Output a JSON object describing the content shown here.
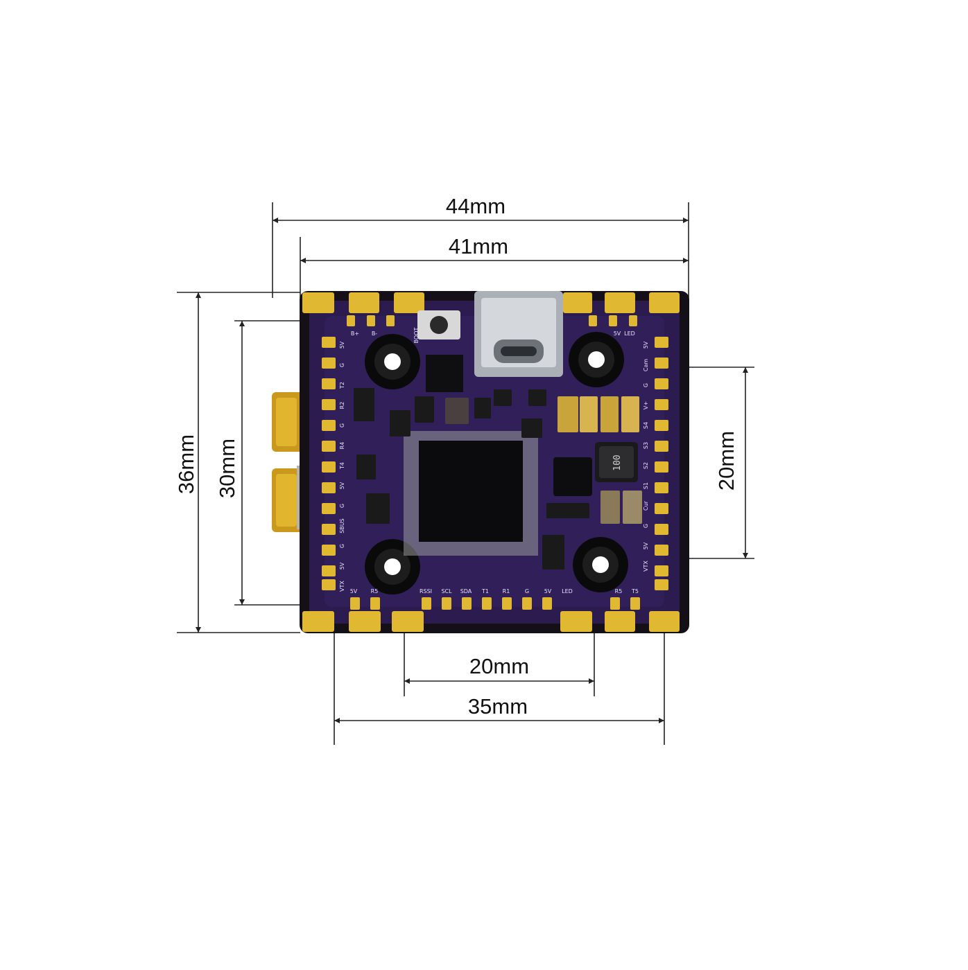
{
  "dimensions": {
    "overall_width": "44mm",
    "board_width": "41mm",
    "overall_height": "36mm",
    "board_height": "30mm",
    "mount_spacing_right": "20mm",
    "mount_spacing_bottom": "20mm",
    "bottom_span": "35mm"
  },
  "board": {
    "inductor_marking": "100",
    "pin_labels": {
      "top": [
        "B+",
        "B-",
        "BOOT"
      ],
      "top_right": [
        "5V",
        "LED"
      ],
      "left": [
        "5V",
        "G",
        "T2",
        "R2",
        "G",
        "R4",
        "T4",
        "5V",
        "G",
        "SBUS",
        "G",
        "5V",
        "VTX"
      ],
      "bottom": [
        "5V",
        "R5",
        "RSSI",
        "SCL",
        "SDA",
        "T1",
        "R1",
        "G",
        "5V",
        "LED",
        "R5",
        "T5"
      ],
      "right": [
        "5V",
        "Cam",
        "G",
        "V+",
        "S4",
        "S3",
        "S2",
        "S1",
        "Cur",
        "G",
        "5V",
        "VTX"
      ]
    }
  },
  "colors": {
    "pcb": "#2b1b4f",
    "pad": "#e0b832",
    "dimension_line": "#222222"
  }
}
